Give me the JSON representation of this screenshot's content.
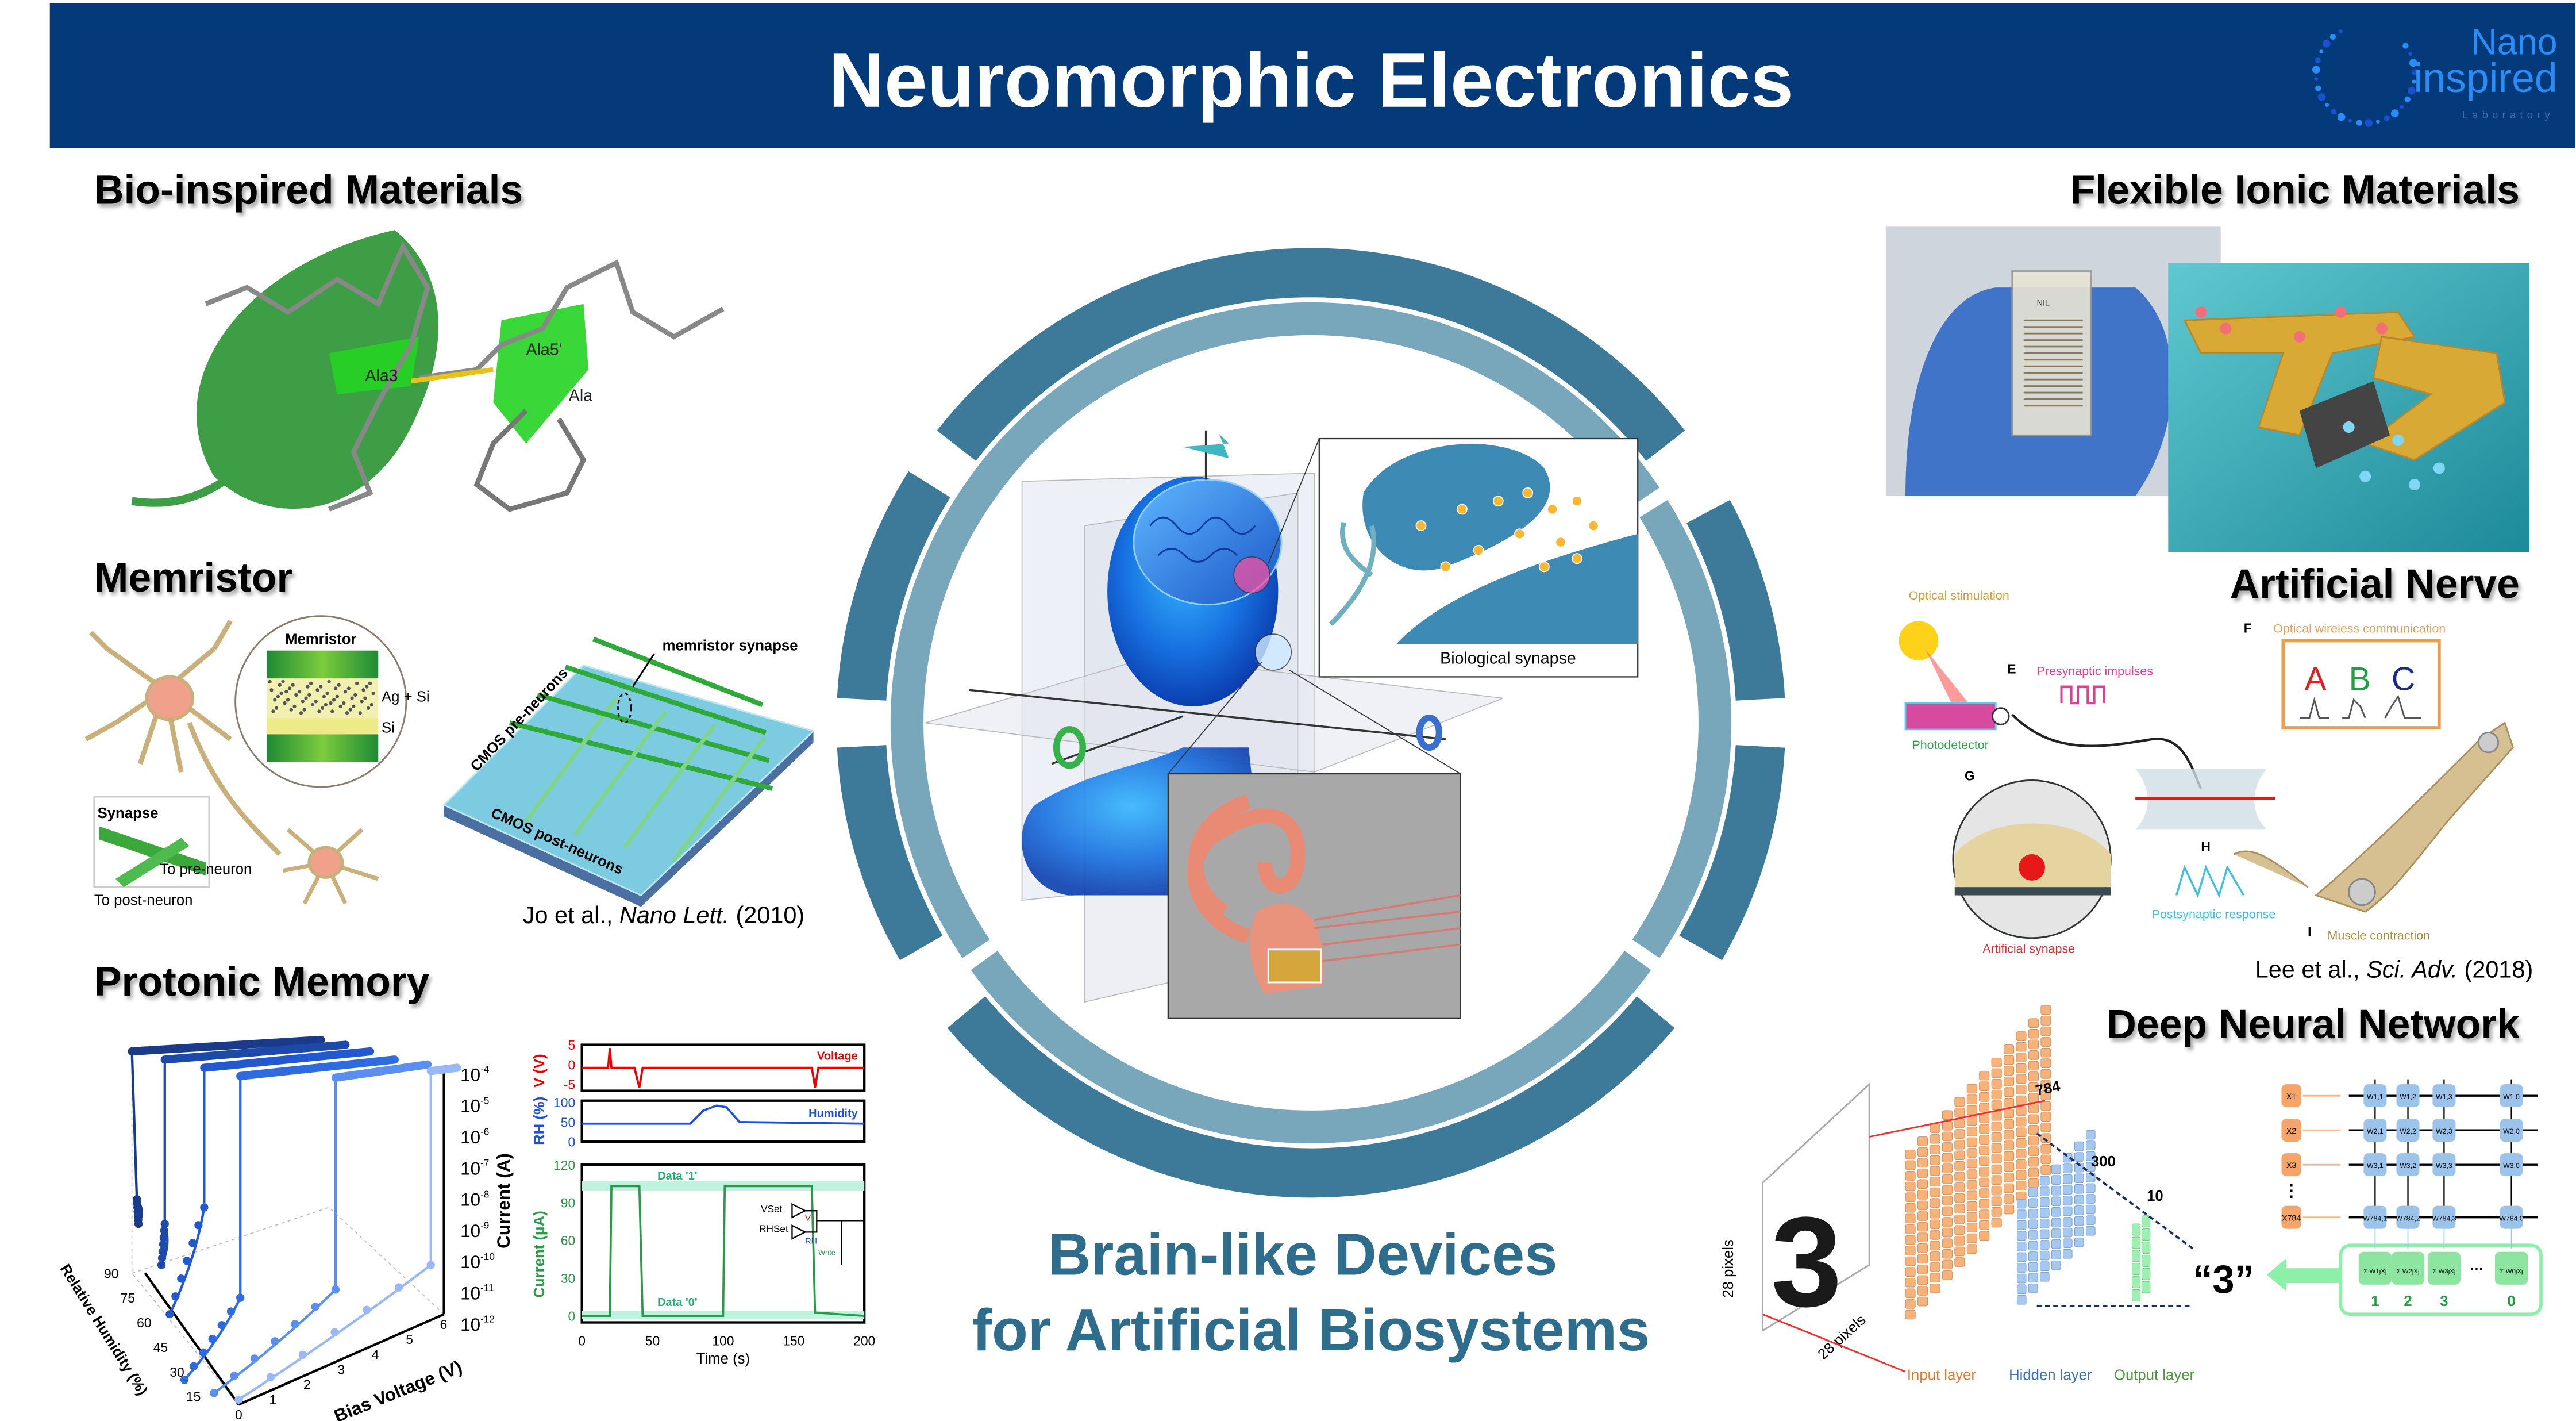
{
  "header": {
    "title": "Neuromorphic Electronics",
    "logo": {
      "line1": "Nano",
      "line2": "inspired",
      "line3": "Laboratory"
    }
  },
  "colors": {
    "header_bg": "#04397a",
    "ring_dark": "#3d7a9a",
    "ring_light": "#78a6bb",
    "center_text": "#2f6d8d"
  },
  "center": {
    "line1": "Brain-like Devices",
    "line2": "for Artificial Biosystems",
    "synapse_label": "Biological synapse"
  },
  "bio": {
    "title": "Bio-inspired Materials",
    "labels": [
      "Ala3",
      "Ala5'",
      "Ala"
    ]
  },
  "memristor": {
    "title": "Memristor",
    "inset_title": "Memristor",
    "ag_si": "Ag + Si",
    "si": "Si",
    "synapse": "Synapse",
    "to_pre": "To pre-neuron",
    "to_post": "To post-neuron",
    "crossbar_label": "memristor synapse",
    "cmos_pre": "CMOS pre-neurons",
    "cmos_post": "CMOS post-neurons",
    "citation_authors": "Jo et al., ",
    "citation_journal": "Nano Lett.",
    "citation_year": " (2010)"
  },
  "protonic": {
    "title": "Protonic Memory",
    "plot3d": {
      "current_label": "Current (A)",
      "current_ticks": [
        "-4",
        "-5",
        "-6",
        "-7",
        "-8",
        "-9",
        "-10",
        "-11",
        "-12"
      ],
      "voltage_label": "Bias Voltage (V)",
      "voltage_ticks": [
        "0",
        "1",
        "2",
        "3",
        "4",
        "5",
        "6"
      ],
      "humidity_label": "Relative Humidity (%)",
      "humidity_ticks": [
        "90",
        "75",
        "60",
        "45",
        "30",
        "15"
      ]
    },
    "voltage_panel": {
      "ylabel": "V (V)",
      "ticks": [
        "5",
        "0",
        "-5"
      ],
      "legend": "Voltage"
    },
    "rh_panel": {
      "ylabel": "RH (%)",
      "ticks": [
        "100",
        "50",
        "0"
      ],
      "legend": "Humidity"
    },
    "current_panel": {
      "ylabel": "Current (μA)",
      "ticks": [
        "120",
        "90",
        "60",
        "30",
        "0"
      ],
      "data1": "Data '1'",
      "data0": "Data '0'"
    },
    "time_axis": {
      "label": "Time (s)",
      "ticks": [
        "0",
        "50",
        "100",
        "150",
        "200"
      ]
    },
    "inset": {
      "vset": "VSet",
      "rhset": "RHSet",
      "v": "V",
      "rh": "RH",
      "write": "Write"
    }
  },
  "flexible": {
    "title": "Flexible Ionic Materials",
    "photo_label": "NIL"
  },
  "nerve": {
    "title": "Artificial Nerve",
    "optical_stimulation": "Optical stimulation",
    "photodetector": "Photodetector",
    "presynaptic": "Presynaptic impulses",
    "owc": "Optical wireless communication",
    "letters": [
      "A",
      "B",
      "C"
    ],
    "artificial_synapse": "Artificial synapse",
    "postsynaptic": "Postsynaptic response",
    "muscle": "Muscle contraction",
    "panel_letters": {
      "E": "E",
      "F": "F",
      "G": "G",
      "H": "H",
      "I": "I"
    },
    "citation_authors": "Lee et al., ",
    "citation_journal": "Sci. Adv.",
    "citation_year": " (2018)"
  },
  "dnn": {
    "title": "Deep Neural Network",
    "n_input": "784",
    "n_hidden": "300",
    "n_output": "10",
    "pixels_v": "28 pixels",
    "pixels_h": "28 pixels",
    "input_layer": "Input layer",
    "hidden_layer": "Hidden layer",
    "output_layer": "Output layer",
    "result": "“3”",
    "inputs": [
      "X1",
      "X2",
      "X3",
      "X784"
    ],
    "weights": [
      [
        "W1,1",
        "W1,2",
        "W1,3",
        "W1,0"
      ],
      [
        "W2,1",
        "W2,2",
        "W2,3",
        "W2,0"
      ],
      [
        "W3,1",
        "W3,2",
        "W3,3",
        "W3,0"
      ],
      [
        "W784,1",
        "W784,2",
        "W784,3",
        "W784,0"
      ]
    ],
    "outputs": [
      "1",
      "2",
      "3",
      "0"
    ],
    "sums": [
      "Σ W1jXj",
      "Σ W2jXj",
      "Σ W3jXj",
      "Σ W0jXj"
    ]
  }
}
